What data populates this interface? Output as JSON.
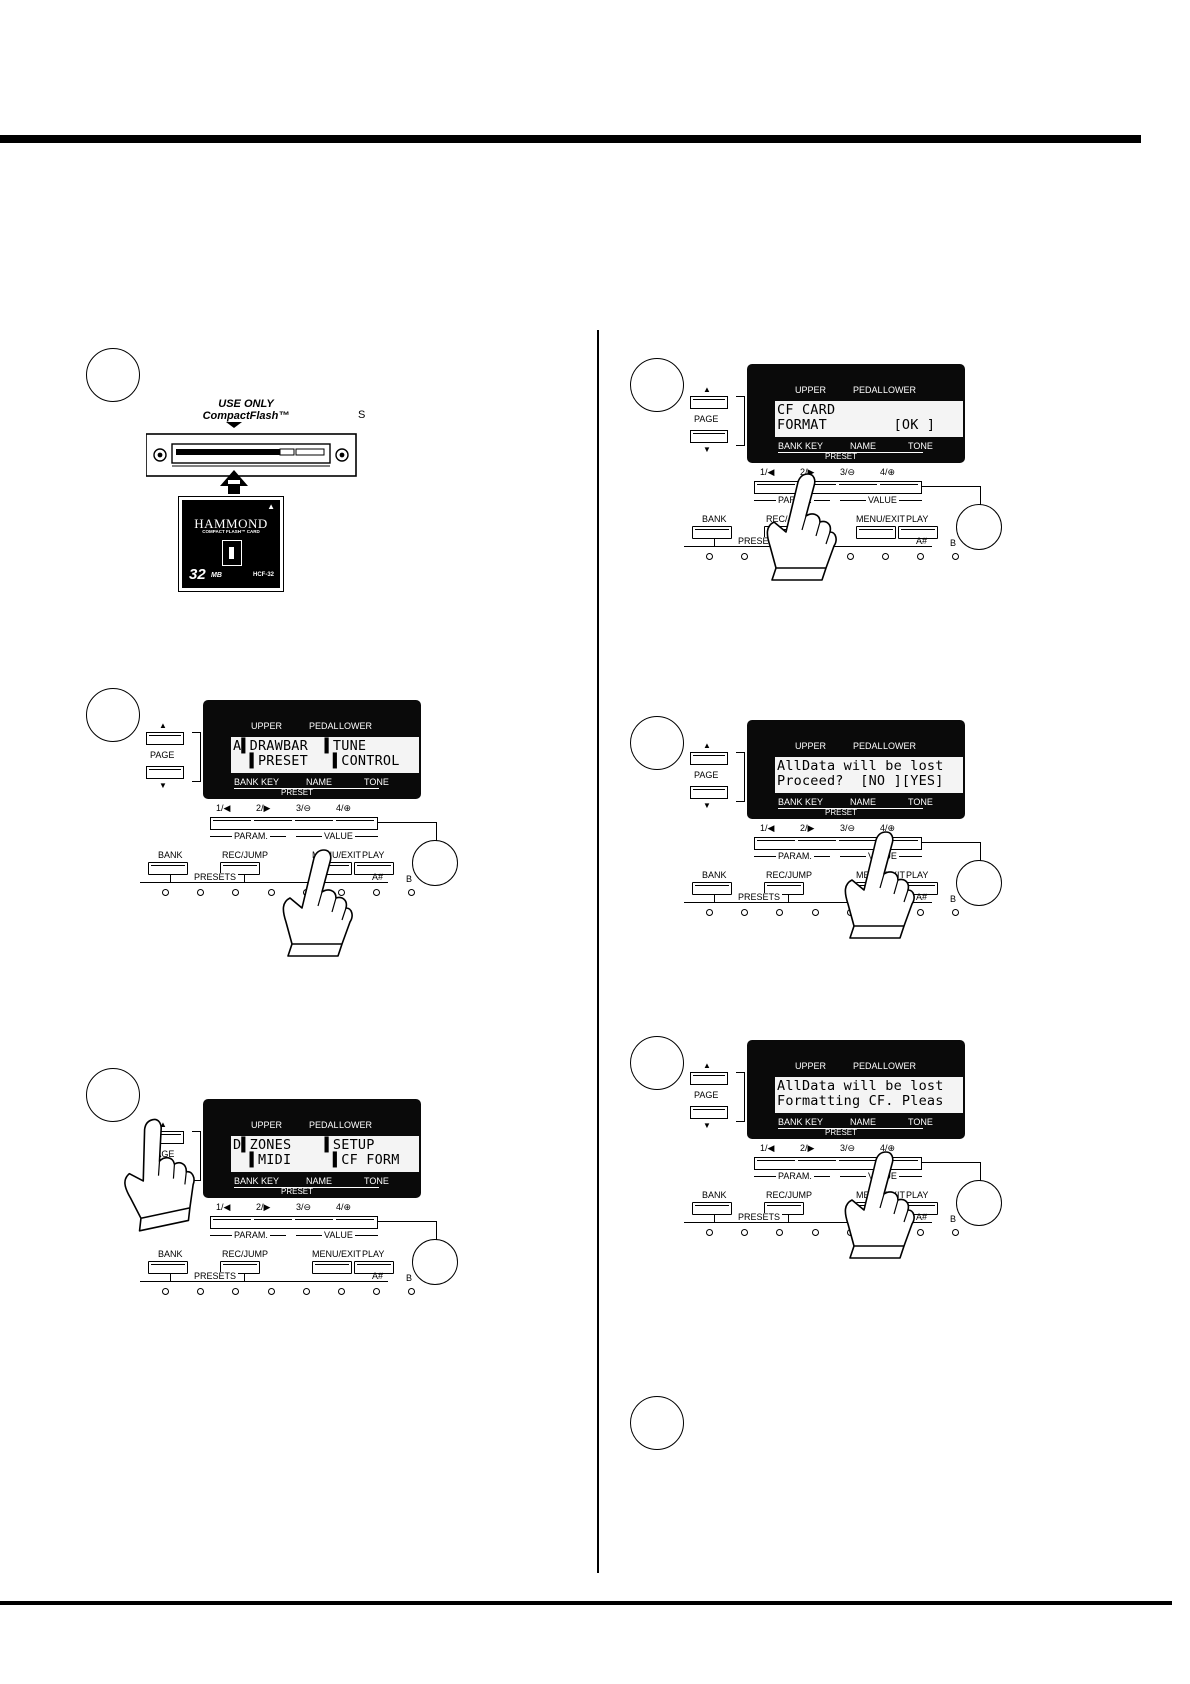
{
  "steps": [
    {
      "id": "step-insert-card"
    },
    {
      "id": "step-menu-exit"
    },
    {
      "id": "step-page-up"
    },
    {
      "id": "step-cf-format"
    },
    {
      "id": "step-confirm-yes"
    },
    {
      "id": "step-formatting"
    },
    {
      "id": "step-done"
    }
  ],
  "card_slot": {
    "use_only": "USE ONLY",
    "compact_flash": "CompactFlash™",
    "side_label": "S",
    "brand": "HAMMOND",
    "card_line": "COMPACT FLASH™ CARD",
    "capacity": "32",
    "capacity_unit": "MB",
    "model": "HCF-32"
  },
  "panel_labels": {
    "upper": "UPPER",
    "pedal": "PEDAL",
    "lower": "LOWER",
    "bank_key": "BANK  KEY",
    "name": "NAME",
    "tone": "TONE",
    "preset": "PRESET",
    "page": "PAGE",
    "b1": "1/◀",
    "b2": "2/▶",
    "b3": "3/⊖",
    "b4": "4/⊕",
    "param": "PARAM.",
    "value": "VALUE",
    "bank": "BANK",
    "rec_jump": "REC/JUMP",
    "menu_exit": "MENU/EXIT",
    "play": "PLAY",
    "presets": "PRESETS",
    "a_sharp": "A#",
    "b": "B"
  },
  "displays": {
    "menu_exit": {
      "line1": "A▌DRAWBAR  ▌TUNE",
      "line2": "  ▌PRESET   ▌CONTROL"
    },
    "page_up": {
      "line1": "D▌ZONES    ▌SETUP",
      "line2": "  ▌MIDI     ▌CF FORM"
    },
    "cf_format": {
      "line1": "CF CARD",
      "line2": "FORMAT        [OK ]"
    },
    "confirm_yes": {
      "line1": "AllData will be lost",
      "line2": "Proceed?  [NO ][YES]"
    },
    "formatting": {
      "line1": "AllData will be lost",
      "line2": "Formatting CF. Pleas"
    }
  }
}
